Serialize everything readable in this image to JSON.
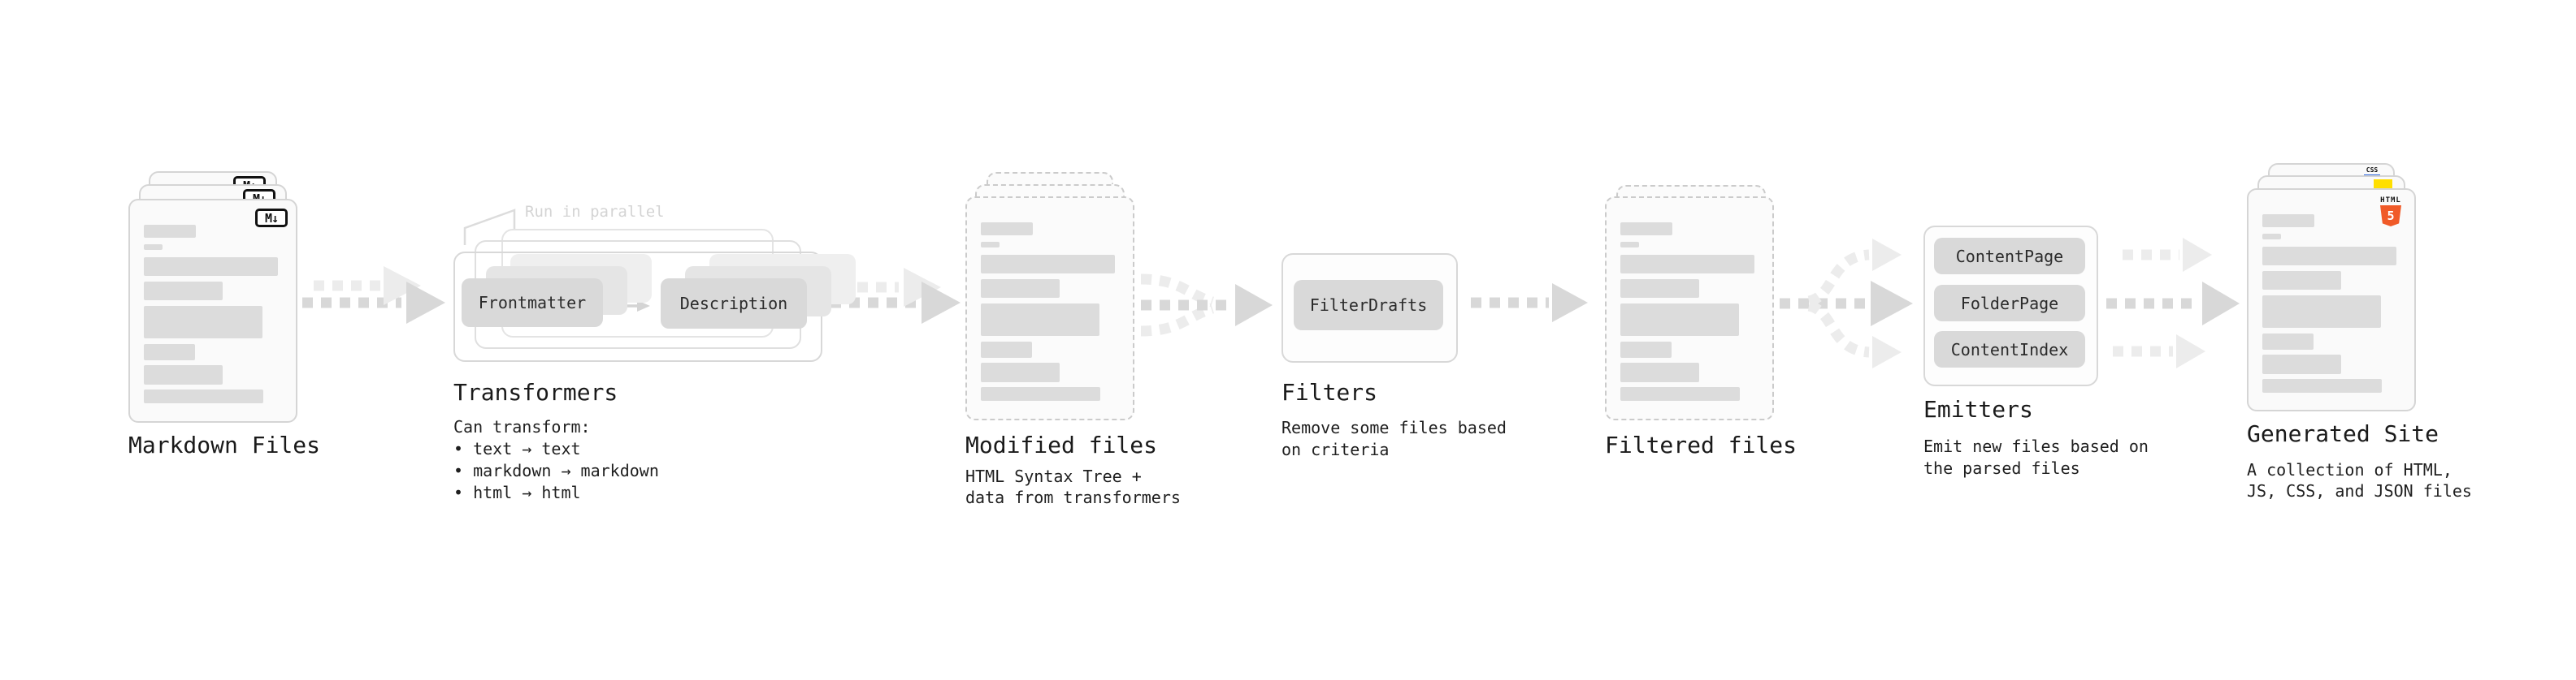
{
  "stages": {
    "markdown_files": {
      "title": "Markdown Files",
      "file_icon": "M↓"
    },
    "transformers": {
      "title": "Transformers",
      "annotation": "Run in parallel",
      "node_left": "Frontmatter",
      "node_right": "Description",
      "subtitle": "Can transform:\n • text → text\n • markdown → markdown\n • html → html"
    },
    "modified_files": {
      "title": "Modified files",
      "subtitle": "HTML Syntax Tree +\ndata from transformers"
    },
    "filters": {
      "title": "Filters",
      "node": "FilterDrafts",
      "subtitle": "Remove some files based\non criteria"
    },
    "filtered_files": {
      "title": "Filtered files"
    },
    "emitters": {
      "title": "Emitters",
      "nodes": [
        "ContentPage",
        "FolderPage",
        "ContentIndex"
      ],
      "subtitle": "Emit new files based on\nthe parsed files"
    },
    "generated_site": {
      "title": "Generated Site",
      "subtitle": "A collection of HTML,\nJS, CSS, and JSON files",
      "badges": {
        "css_label": "CSS",
        "html_label": "HTML",
        "html_number": "5"
      }
    }
  },
  "colors": {
    "html5_orange": "#f05a28",
    "js_yellow": "#ffdf00",
    "css_blue": "#2f68e0",
    "arrow_main": "#d8d8d8",
    "arrow_light": "#ececec"
  }
}
